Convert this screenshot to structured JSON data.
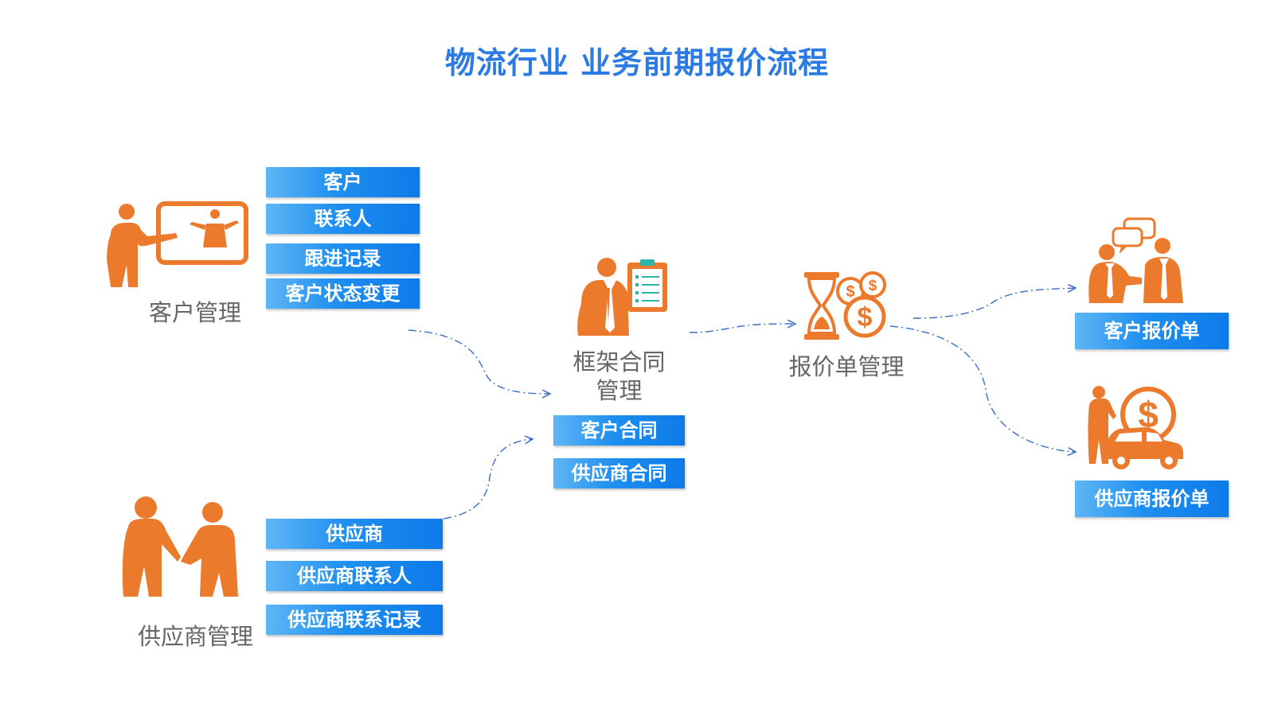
{
  "title": "物流行业 业务前期报价流程",
  "customer_mgmt": {
    "label": "客户管理",
    "items": [
      "客户",
      "联系人",
      "跟进记录",
      "客户状态变更"
    ]
  },
  "supplier_mgmt": {
    "label": "供应商管理",
    "items": [
      "供应商",
      "供应商联系人",
      "供应商联系记录"
    ]
  },
  "contract_mgmt": {
    "label_line1": "框架合同",
    "label_line2": "管理",
    "items": [
      "客户合同",
      "供应商合同"
    ]
  },
  "quote_mgmt": {
    "label": "报价单管理"
  },
  "outputs": {
    "customer_quote": "客户报价单",
    "supplier_quote": "供应商报价单"
  },
  "colors": {
    "title": "#2c7be5",
    "icon": "#ec7a2d",
    "box_start": "#5fb6f5",
    "box_end": "#0d7ae8",
    "connector": "#3a6fc4",
    "label": "#666666"
  },
  "icons": [
    "presenter-icon",
    "handshake-icon",
    "contract-clipboard-icon",
    "hourglass-money-icon",
    "conversation-icon",
    "car-money-icon"
  ]
}
